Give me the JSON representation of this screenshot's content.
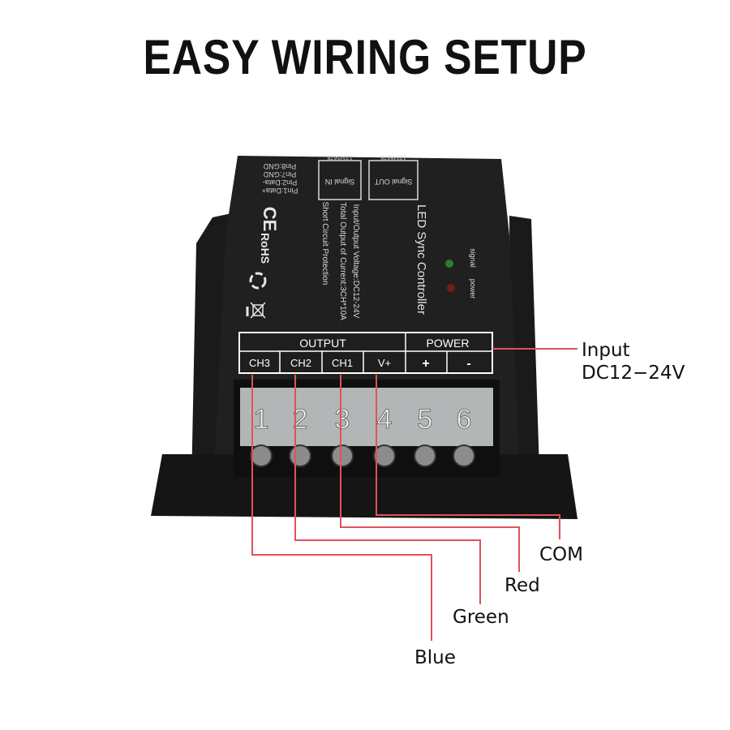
{
  "title": "EASY WIRING SETUP",
  "device": {
    "name": "LED Sync Controller",
    "indicator_labels": [
      "signal",
      "power"
    ],
    "specs": [
      "Input/Output Voltage:DC12-24V",
      "Total Output of Current:3CH*10A",
      "Short Circuit Protection"
    ],
    "pinout": [
      "Pin1:Data+",
      "Pin2:Data-",
      "Pin7:GND",
      "Pin8:GND"
    ],
    "port_in": "Signal IN",
    "port_out": "Signal OUT",
    "port_pins": "12345678",
    "certifications": [
      "CE",
      "RoHS"
    ],
    "output_header": "OUTPUT",
    "power_header": "POWER",
    "terminal_labels": [
      "CH3",
      "CH2",
      "CH1",
      "V+",
      "+",
      "-"
    ],
    "terminal_numbers": [
      "1",
      "2",
      "3",
      "4",
      "5",
      "6"
    ]
  },
  "callouts": {
    "input_line1": "Input",
    "input_line2": "DC12−24V",
    "com": "COM",
    "red": "Red",
    "green": "Green",
    "blue": "Blue"
  },
  "colors": {
    "wire": "#e0525a",
    "housing": "#1f1f1f",
    "panel": "#2a2a2a",
    "label_strip": "#ffffff"
  }
}
